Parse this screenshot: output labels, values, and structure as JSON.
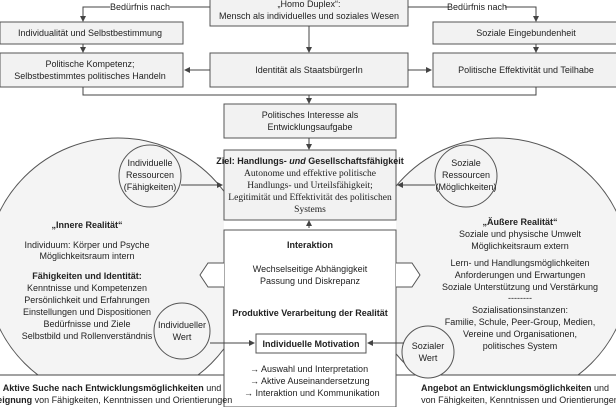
{
  "top": {
    "title": "„Homo Duplex“:",
    "subtitle": "Mensch als individuelles und soziales Wesen"
  },
  "need_label_left": "Bedürfnis nach",
  "need_label_right": "Bedürfnis nach",
  "left_boxes": [
    "Individualität und Selbstbestimmung",
    "Politische Kompetenz;",
    "Selbstbestimmtes politisches Handeln"
  ],
  "center_box": "Identität als StaatsbürgerIn",
  "right_boxes": [
    "Soziale Eingebundenheit",
    "Politische Effektivität und Teilhabe"
  ],
  "interest": [
    "Politisches Interesse als",
    "Entwicklungsaufgabe"
  ],
  "goal": {
    "title_a": "Ziel: Handlungs- ",
    "title_em": "und",
    "title_b": " Gesellschaftsfähigkeit",
    "lines": [
      "Autonome und effektive politische",
      "Handlungs- und Urteilsfähigkeit;",
      "Legitimität und Effektivität des politischen",
      "Systems"
    ]
  },
  "left_resources": [
    "Individuelle",
    "Ressourcen",
    "(Fähigkeiten)"
  ],
  "right_resources": [
    "Soziale",
    "Ressourcen",
    "(Möglichkeiten)"
  ],
  "inner": {
    "title": "„Innere Realität“",
    "lines": [
      "Individuum: Körper und Psyche",
      "Möglichkeitsraum intern"
    ],
    "sub_title": "Fähigkeiten und Identität:",
    "items": [
      "Kenntnisse und Kompetenzen",
      "Persönlichkeit und Erfahrungen",
      "Einstellungen und Dispositionen",
      "Bedürfnisse und Ziele",
      "Selbstbild und Rollenverständnis"
    ]
  },
  "outer": {
    "title": "„Äußere Realität“",
    "lines": [
      "Soziale und physische Umwelt",
      "Möglichkeitsraum extern"
    ],
    "items": [
      "Lern- und Handlungsmöglichkeiten",
      "Anforderungen und Erwartungen",
      "Soziale Unterstützung und Verstärkung"
    ],
    "separator": "--------",
    "agents_title": "Sozialisationsinstanzen:",
    "agents": [
      "Familie, Schule, Peer-Group, Medien,",
      "Vereine und Organisationen,",
      "politisches System"
    ]
  },
  "interaction": {
    "title": "Interaktion",
    "lines": [
      "Wechselseitige Abhängigkeit",
      "Passung und Diskrepanz"
    ],
    "processing": "Produktive Verarbeitung der Realität"
  },
  "motivation": "Individuelle Motivation",
  "motivation_items": [
    "→ Auswahl und Interpretation",
    "→ Aktive Auseinandersetzung",
    "→ Interaktion und Kommunikation"
  ],
  "individual_value": [
    "Individueller",
    "Wert"
  ],
  "social_value": [
    "Sozialer",
    "Wert"
  ],
  "bottom_left": {
    "bold1": "Aktive Suche nach Entwicklungsmöglichkeiten",
    "rest1": " und",
    "bold2": "neignung",
    "rest2": " von Fähigkeiten, Kenntnissen und Orientierungen"
  },
  "bottom_right": {
    "bold1": "Angebot an Entwicklungsmöglichkeiten",
    "rest1": " und",
    "rest2": "von Fähigkeiten, Kenntnissen und Orientierungen"
  }
}
